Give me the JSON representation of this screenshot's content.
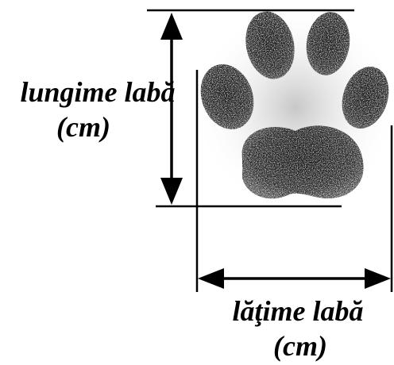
{
  "labels": {
    "length_line1": "lungime labă",
    "length_line2": "(cm)",
    "width_line1": "lăţime labă",
    "width_line2": "(cm)"
  },
  "colors": {
    "ink": "#000000",
    "paw": "#1a1a1a",
    "background": "#ffffff"
  }
}
